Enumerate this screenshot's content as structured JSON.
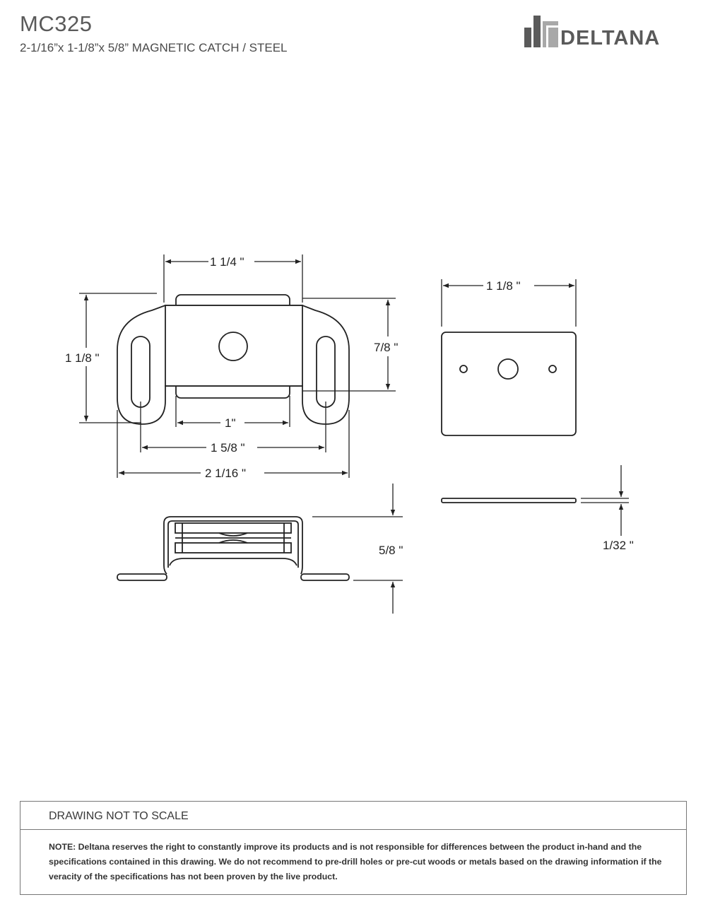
{
  "header": {
    "model": "MC325",
    "subtitle": "2-1/16”x 1-1/8”x 5/8” MAGNETIC CATCH / STEEL"
  },
  "brand": {
    "name": "DELTANA",
    "logo_icon": "deltana-logo-icon"
  },
  "dimensions": {
    "top_width": "1 1/4 \"",
    "overall_height": "1 1/8 \"",
    "magnet_height": "7/8 \"",
    "inner_span": "1\"",
    "hole_span": "1 5/8 \"",
    "overall_width": "2  1/16 \"",
    "side_height": "5/8 \"",
    "plate_width": "1 1/8 \"",
    "plate_thickness": "1/32 \""
  },
  "footer": {
    "heading": "DRAWING NOT TO SCALE",
    "note": "NOTE: Deltana reserves the right to constantly improve its products and is not responsible for differences between the product in-hand and the specifications contained in this drawing. We do not recommend to pre-drill holes or pre-cut woods or metals based on the drawing information if the veracity of the specifications has not been proven by the live product."
  },
  "colors": {
    "line": "#222222",
    "logo_dark": "#5a5a5a",
    "logo_light": "#a8a8a8"
  }
}
